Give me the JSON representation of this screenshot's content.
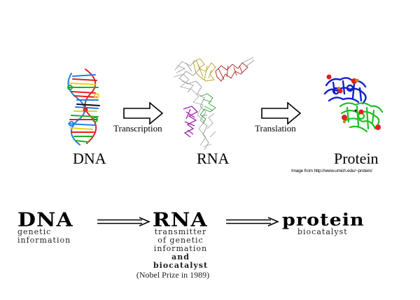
{
  "top_diagram": {
    "stages": [
      {
        "label": "DNA",
        "image": "dna-double-helix"
      },
      {
        "label": "RNA",
        "image": "trna-structure"
      },
      {
        "label": "Protein",
        "image": "protein-ribbon-structure"
      }
    ],
    "processes": [
      {
        "label": "Transcription",
        "from": "DNA",
        "to": "RNA"
      },
      {
        "label": "Translation",
        "from": "RNA",
        "to": "Protein"
      }
    ],
    "credit": "Image from http://www.umich.edu/~protein/"
  },
  "bottom_diagram": {
    "nodes": [
      {
        "title": "DNA",
        "lines": [
          "genetic",
          "information"
        ]
      },
      {
        "title": "RNA",
        "lines": [
          "transmitter",
          "of genetic",
          "information"
        ],
        "bold_lines": [
          "and",
          "biocatalyst"
        ],
        "note": "(Nobel Prize in 1989)"
      },
      {
        "title": "protein",
        "lines": [
          "biocatalyst"
        ]
      }
    ]
  },
  "colors": {
    "dna_red": "#e02020",
    "dna_blue": "#2080e0",
    "dna_yellow": "#e8d020",
    "dna_green": "#20b020",
    "rna_gray": "#9a9a9a",
    "rna_olive": "#b8a020",
    "rna_red": "#b02020",
    "rna_green": "#30a030",
    "rna_purple": "#a020b0",
    "protein_blue": "#1020d0",
    "protein_green": "#20c020",
    "protein_red": "#e02020",
    "protein_orange": "#d08020"
  }
}
